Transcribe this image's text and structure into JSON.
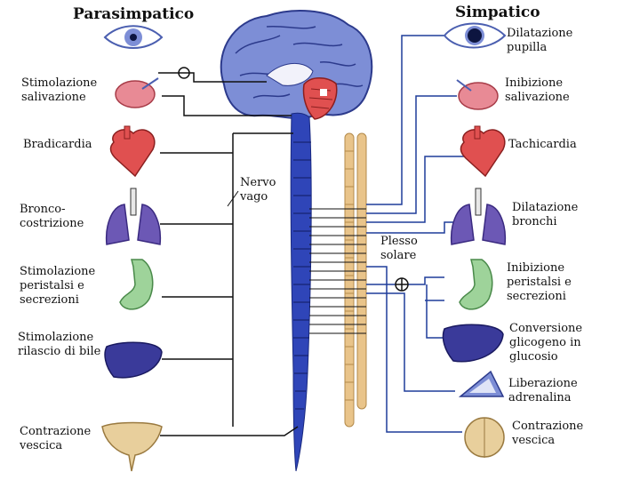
{
  "headers": {
    "left": "Parasimpatico",
    "right": "Simpatico"
  },
  "left_labels": {
    "salivation": "Stimolazione\nsalivazione",
    "heart": "Bradicardia",
    "lungs": "Bronco-\ncostrizione",
    "stomach": "Stimolazione\nperistalsi e\nsecrezioni",
    "liver": "Stimolazione\nrilascio di bile",
    "bladder": "Contrazione\nvescica"
  },
  "right_labels": {
    "eye": "Dilatazione\npupilla",
    "salivation": "Inibizione\nsalivazione",
    "heart": "Tachicardia",
    "lungs": "Dilatazione\nbronchi",
    "stomach": "Inibizione\nperistalsi e\nsecrezioni",
    "liver": "Conversione\nglicogeno in\nglucosio",
    "adrenal": "Liberazione\nadrenalina",
    "bladder": "Contrazione\nvescica"
  },
  "center_labels": {
    "vagus": "Nervo\nvago",
    "plexus": "Plesso\nsolare"
  },
  "colors": {
    "nerve": "#1f3d9a",
    "cord": "#2f45b8",
    "chain": "#e9c48a",
    "organ_red": "#e05050",
    "lung": "#6c58b5",
    "stomach": "#9ed39a",
    "liver": "#3a3a9a",
    "bladder": "#e8cf9c",
    "brain": "#7d8ed6"
  }
}
